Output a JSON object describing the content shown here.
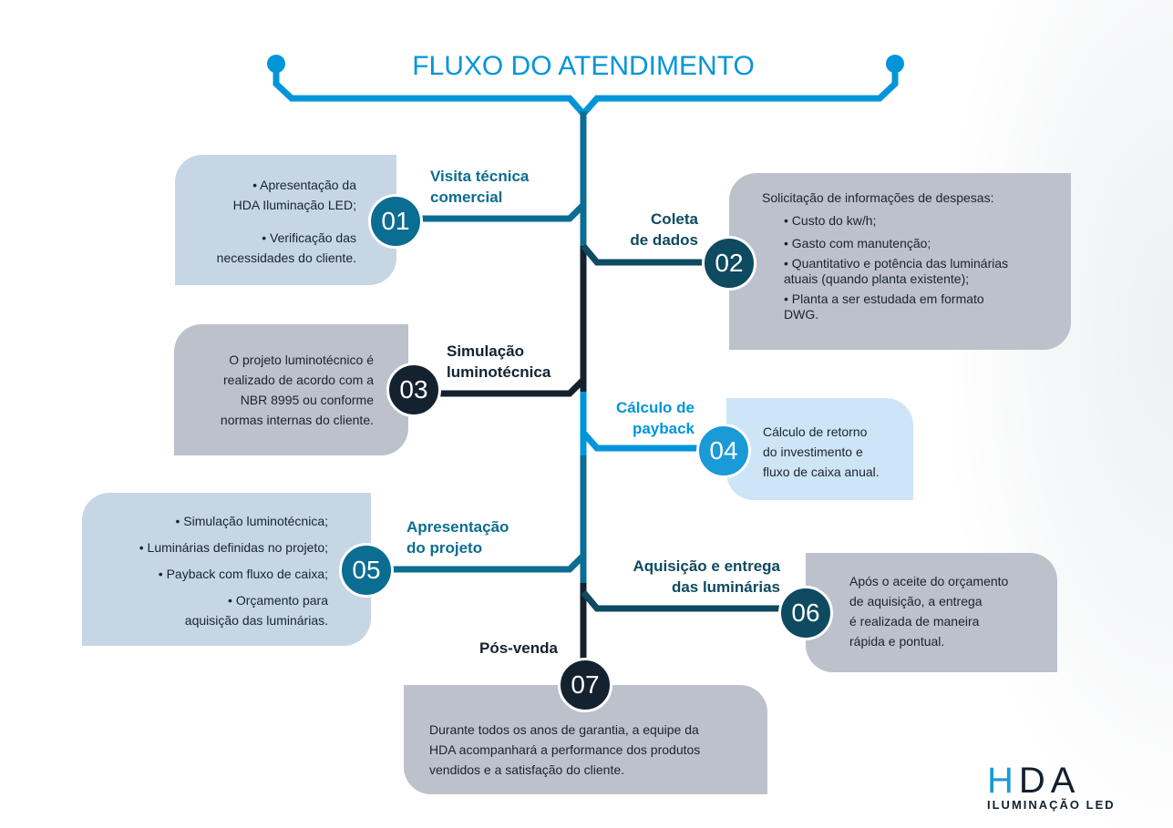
{
  "title": "FLUXO DO ATENDIMENTO",
  "colors": {
    "bright": "#0095d9",
    "teal": "#0b6d92",
    "dark": "#0e4a60",
    "darkest": "#14222f"
  },
  "steps": [
    {
      "num": "01",
      "label": [
        "Visita técnica",
        "comercial"
      ],
      "lines": [
        "• Apresentação da",
        "HDA Iluminação LED;",
        "",
        "• Verificação das",
        "necessidades do cliente."
      ]
    },
    {
      "num": "02",
      "label": [
        "Coleta",
        "de dados"
      ],
      "lines": [
        "Solicitação de informações de despesas:",
        "• Custo do kw/h;",
        "• Gasto com manutenção;",
        "• Quantitativo e potência das luminárias",
        "atuais (quando planta existente);",
        "• Planta a ser estudada em formato",
        "DWG."
      ]
    },
    {
      "num": "03",
      "label": [
        "Simulação",
        "luminotécnica"
      ],
      "lines": [
        "O projeto luminotécnico é",
        "realizado de acordo com a",
        "NBR 8995 ou conforme",
        "normas internas do cliente."
      ]
    },
    {
      "num": "04",
      "label": [
        "Cálculo de",
        "payback"
      ],
      "lines": [
        "Cálculo de retorno",
        "do investimento e",
        "fluxo de caixa anual."
      ]
    },
    {
      "num": "05",
      "label": [
        "Apresentação",
        "do projeto"
      ],
      "lines": [
        "• Simulação luminotécnica;",
        "• Luminárias definidas no projeto;",
        "• Payback com fluxo de caixa;",
        "• Orçamento para",
        "aquisição das luminárias."
      ]
    },
    {
      "num": "06",
      "label": [
        "Aquisição e entrega",
        "das luminárias"
      ],
      "lines": [
        "Após o aceite do orçamento",
        "de aquisição, a entrega",
        "é realizada de maneira",
        "rápida e pontual."
      ]
    },
    {
      "num": "07",
      "label": [
        "Pós-venda"
      ],
      "lines": [
        "Durante todos os anos de garantia, a equipe da",
        "HDA acompanhará a performance dos produtos",
        "vendidos e a satisfação do cliente."
      ]
    }
  ],
  "logo": {
    "h": "H",
    "da": "DA",
    "sub": "ILUMINAÇÃO LED"
  }
}
